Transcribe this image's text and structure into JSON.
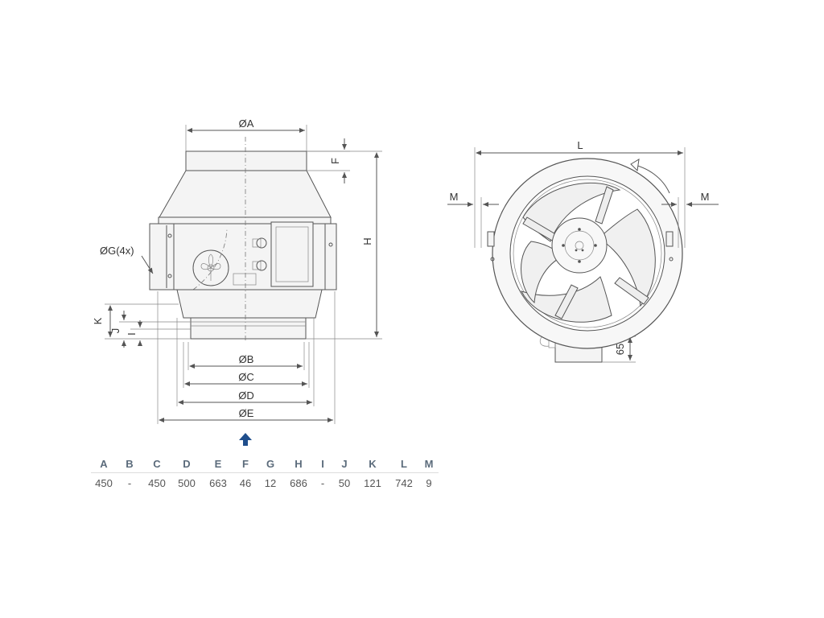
{
  "front_view": {
    "labels": {
      "dia_a": "ØA",
      "dia_b": "ØB",
      "dia_c": "ØC",
      "dia_d": "ØD",
      "dia_e": "ØE",
      "f": "F",
      "h": "H",
      "k": "K",
      "j": "J",
      "i": "I",
      "dia_g": "ØG(4x)"
    }
  },
  "top_view": {
    "labels": {
      "l": "L",
      "m_left": "M",
      "m_right": "M",
      "box_height": "65"
    }
  },
  "colors": {
    "line": "#555555",
    "arrow": "#1f4e8c",
    "header_text": "#5b6b7b"
  },
  "table": {
    "headers": [
      "A",
      "B",
      "C",
      "D",
      "E",
      "F",
      "G",
      "H",
      "I",
      "J",
      "K",
      "L",
      "M"
    ],
    "values": [
      "450",
      "-",
      "450",
      "500",
      "663",
      "46",
      "12",
      "686",
      "-",
      "50",
      "121",
      "742",
      "9"
    ]
  }
}
